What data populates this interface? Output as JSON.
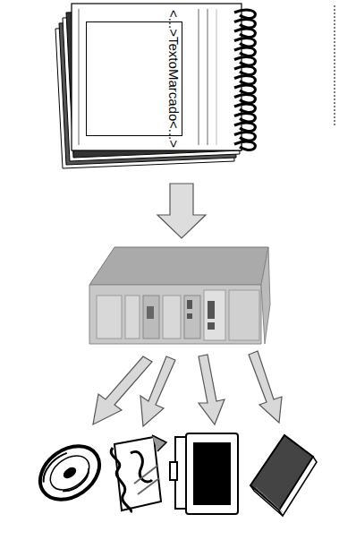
{
  "diagram": {
    "nodes": [
      {
        "text": [
          "<...>",
          "Texto",
          "Marcado",
          "<...>"
        ]
      }
    ]
  }
}
